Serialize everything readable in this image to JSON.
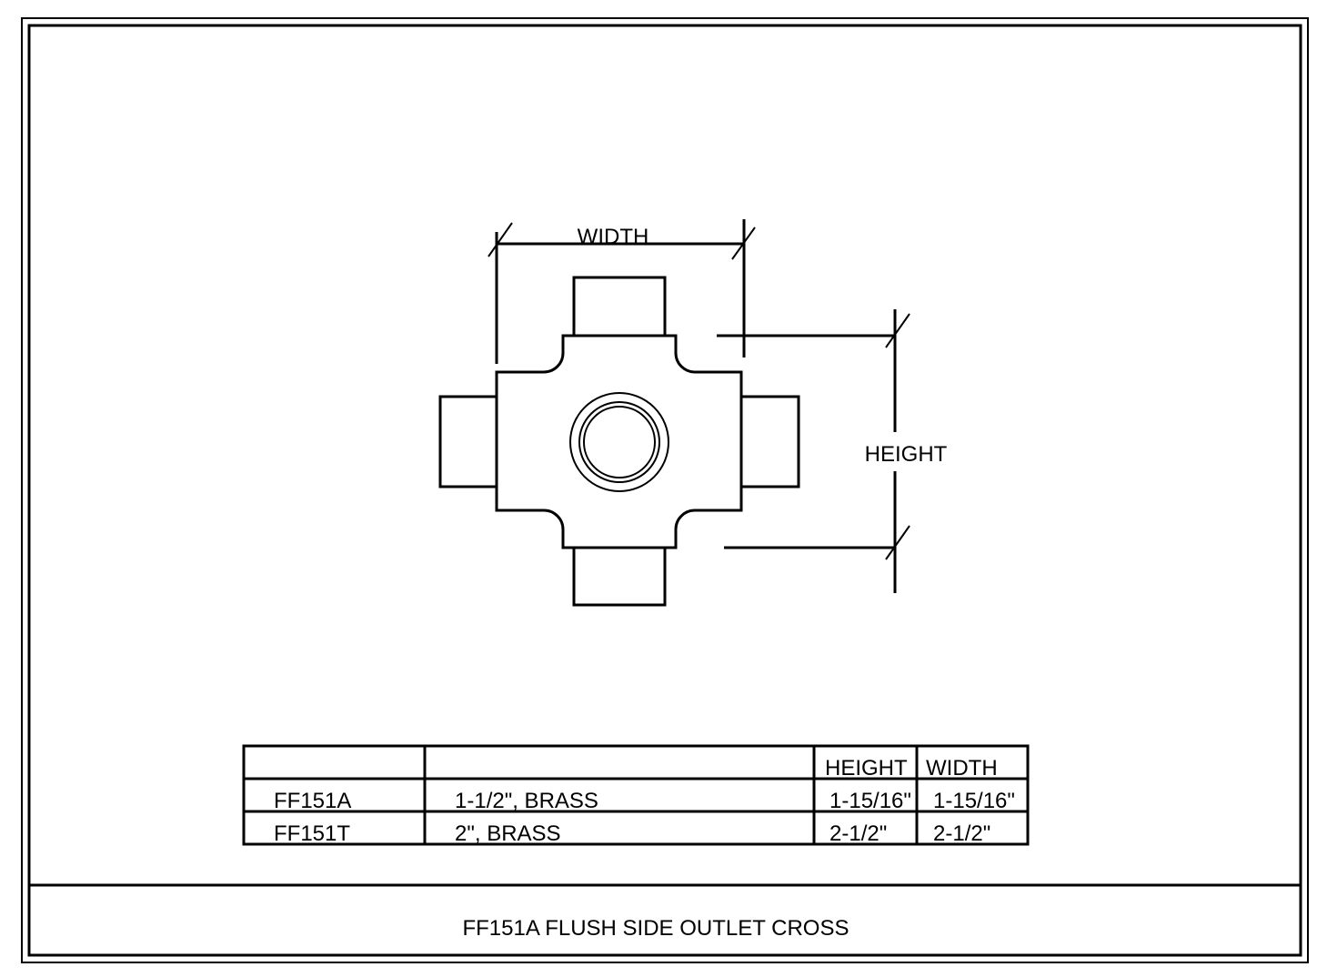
{
  "drawing": {
    "width_label": "WIDTH",
    "height_label": "HEIGHT"
  },
  "table": {
    "headers": [
      "",
      "",
      "HEIGHT",
      "WIDTH"
    ],
    "rows": [
      {
        "part": "FF151A",
        "description": "1-1/2\", BRASS",
        "height": "1-15/16\"",
        "width": "1-15/16\""
      },
      {
        "part": "FF151T",
        "description": "2\", BRASS",
        "height": "2-1/2\"",
        "width": "2-1/2\""
      }
    ]
  },
  "title_block": {
    "title": "FF151A FLUSH SIDE OUTLET CROSS"
  }
}
